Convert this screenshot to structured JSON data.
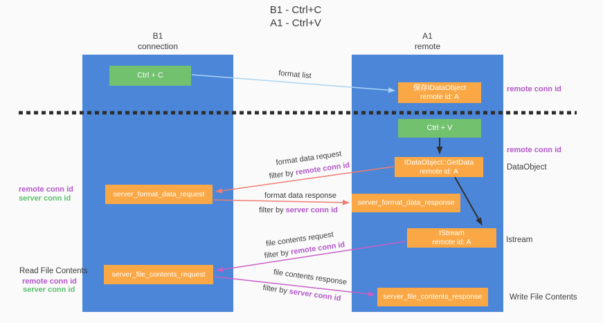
{
  "title": {
    "line1": "B1 - Ctrl+C",
    "line2": "A1 - Ctrl+V"
  },
  "lanes": {
    "left": {
      "name": "B1",
      "subtitle": "connection"
    },
    "right": {
      "name": "A1",
      "subtitle": "remote"
    }
  },
  "nodes": {
    "ctrl_c": {
      "label": "Ctrl + C"
    },
    "save_dataobject": {
      "line1": "保存IDataObject",
      "line2": "remote id: A"
    },
    "ctrl_v": {
      "label": "Ctrl + V"
    },
    "getdata": {
      "line1": "IDataObject::GetData",
      "line2": "remote id: A"
    },
    "server_format_data_request": {
      "label": "server_format_data_request"
    },
    "server_format_data_response": {
      "label": "server_format_data_response"
    },
    "istream": {
      "line1": "IStream",
      "line2": "remote id: A"
    },
    "server_file_contents_request": {
      "label": "server_file_contents_request"
    },
    "server_file_contents_response": {
      "label": "server_file_contents_response"
    }
  },
  "flows": {
    "format_list": {
      "label": "format list"
    },
    "format_data_request": {
      "label": "format data request",
      "filter_prefix": "filter by ",
      "filter_key": "remote conn id"
    },
    "format_data_response": {
      "label": "format data response",
      "filter_prefix": "filter by ",
      "filter_key": "server conn id"
    },
    "file_contents_request": {
      "label": "file contents request",
      "filter_prefix": "filter by ",
      "filter_key": "remote conn id"
    },
    "file_contents_response": {
      "label": "file contents response",
      "filter_prefix": "filter by ",
      "filter_key": "server conn id"
    }
  },
  "side_labels": {
    "remote_conn_id_top": "remote conn id",
    "remote_conn_id_mid": "remote conn id",
    "dataobject": "DataObject",
    "istream": "Istream",
    "write_file_contents": "Write File Contents",
    "read_file_contents": "Read File Contents",
    "left_remote_conn_id": "remote conn id",
    "left_server_conn_id": "server conn id",
    "read_remote_conn_id": "remote conn id",
    "read_server_conn_id": "server conn id"
  },
  "colors": {
    "background": "#fafafa",
    "lane_blue": "#4c86d8",
    "box_orange": "#f9a845",
    "box_green": "#72c16f",
    "arrow_light_blue": "#aad4f5",
    "arrow_salmon": "#ee7c72",
    "arrow_magenta": "#ca5ec6",
    "arrow_black": "#303030",
    "divider_dash": "#2d2d2d",
    "text_purple": "#b356c9",
    "text_green": "#5cbf6c",
    "text_dark": "#3b3b3b"
  }
}
